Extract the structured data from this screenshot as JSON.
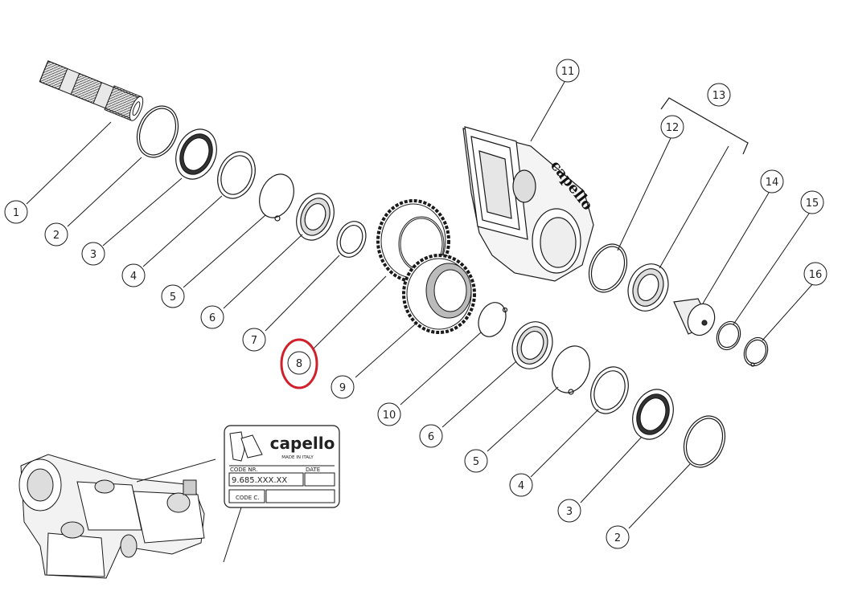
{
  "callouts": [
    {
      "id": "c1",
      "label": "1"
    },
    {
      "id": "c2a",
      "label": "2"
    },
    {
      "id": "c3a",
      "label": "3"
    },
    {
      "id": "c4a",
      "label": "4"
    },
    {
      "id": "c5a",
      "label": "5"
    },
    {
      "id": "c6a",
      "label": "6"
    },
    {
      "id": "c7",
      "label": "7"
    },
    {
      "id": "c8",
      "label": "8",
      "highlighted": true
    },
    {
      "id": "c9",
      "label": "9"
    },
    {
      "id": "c10",
      "label": "10"
    },
    {
      "id": "c6b",
      "label": "6"
    },
    {
      "id": "c5b",
      "label": "5"
    },
    {
      "id": "c4b",
      "label": "4"
    },
    {
      "id": "c3b",
      "label": "3"
    },
    {
      "id": "c2b",
      "label": "2"
    },
    {
      "id": "c11",
      "label": "11"
    },
    {
      "id": "c12",
      "label": "12"
    },
    {
      "id": "c13",
      "label": "13"
    },
    {
      "id": "c14",
      "label": "14"
    },
    {
      "id": "c15",
      "label": "15"
    },
    {
      "id": "c16",
      "label": "16"
    }
  ],
  "plate": {
    "brand": "capello",
    "made_in": "MADE IN ITALY",
    "code_nr_label": "CODE NR.",
    "date_label": "DATE",
    "code_value": "9.685.XXX.XX",
    "code_c_label": "CODE C."
  },
  "housing_logo": "capello",
  "colors": {
    "line": "#1a1a1a",
    "highlight": "#d0202a"
  }
}
